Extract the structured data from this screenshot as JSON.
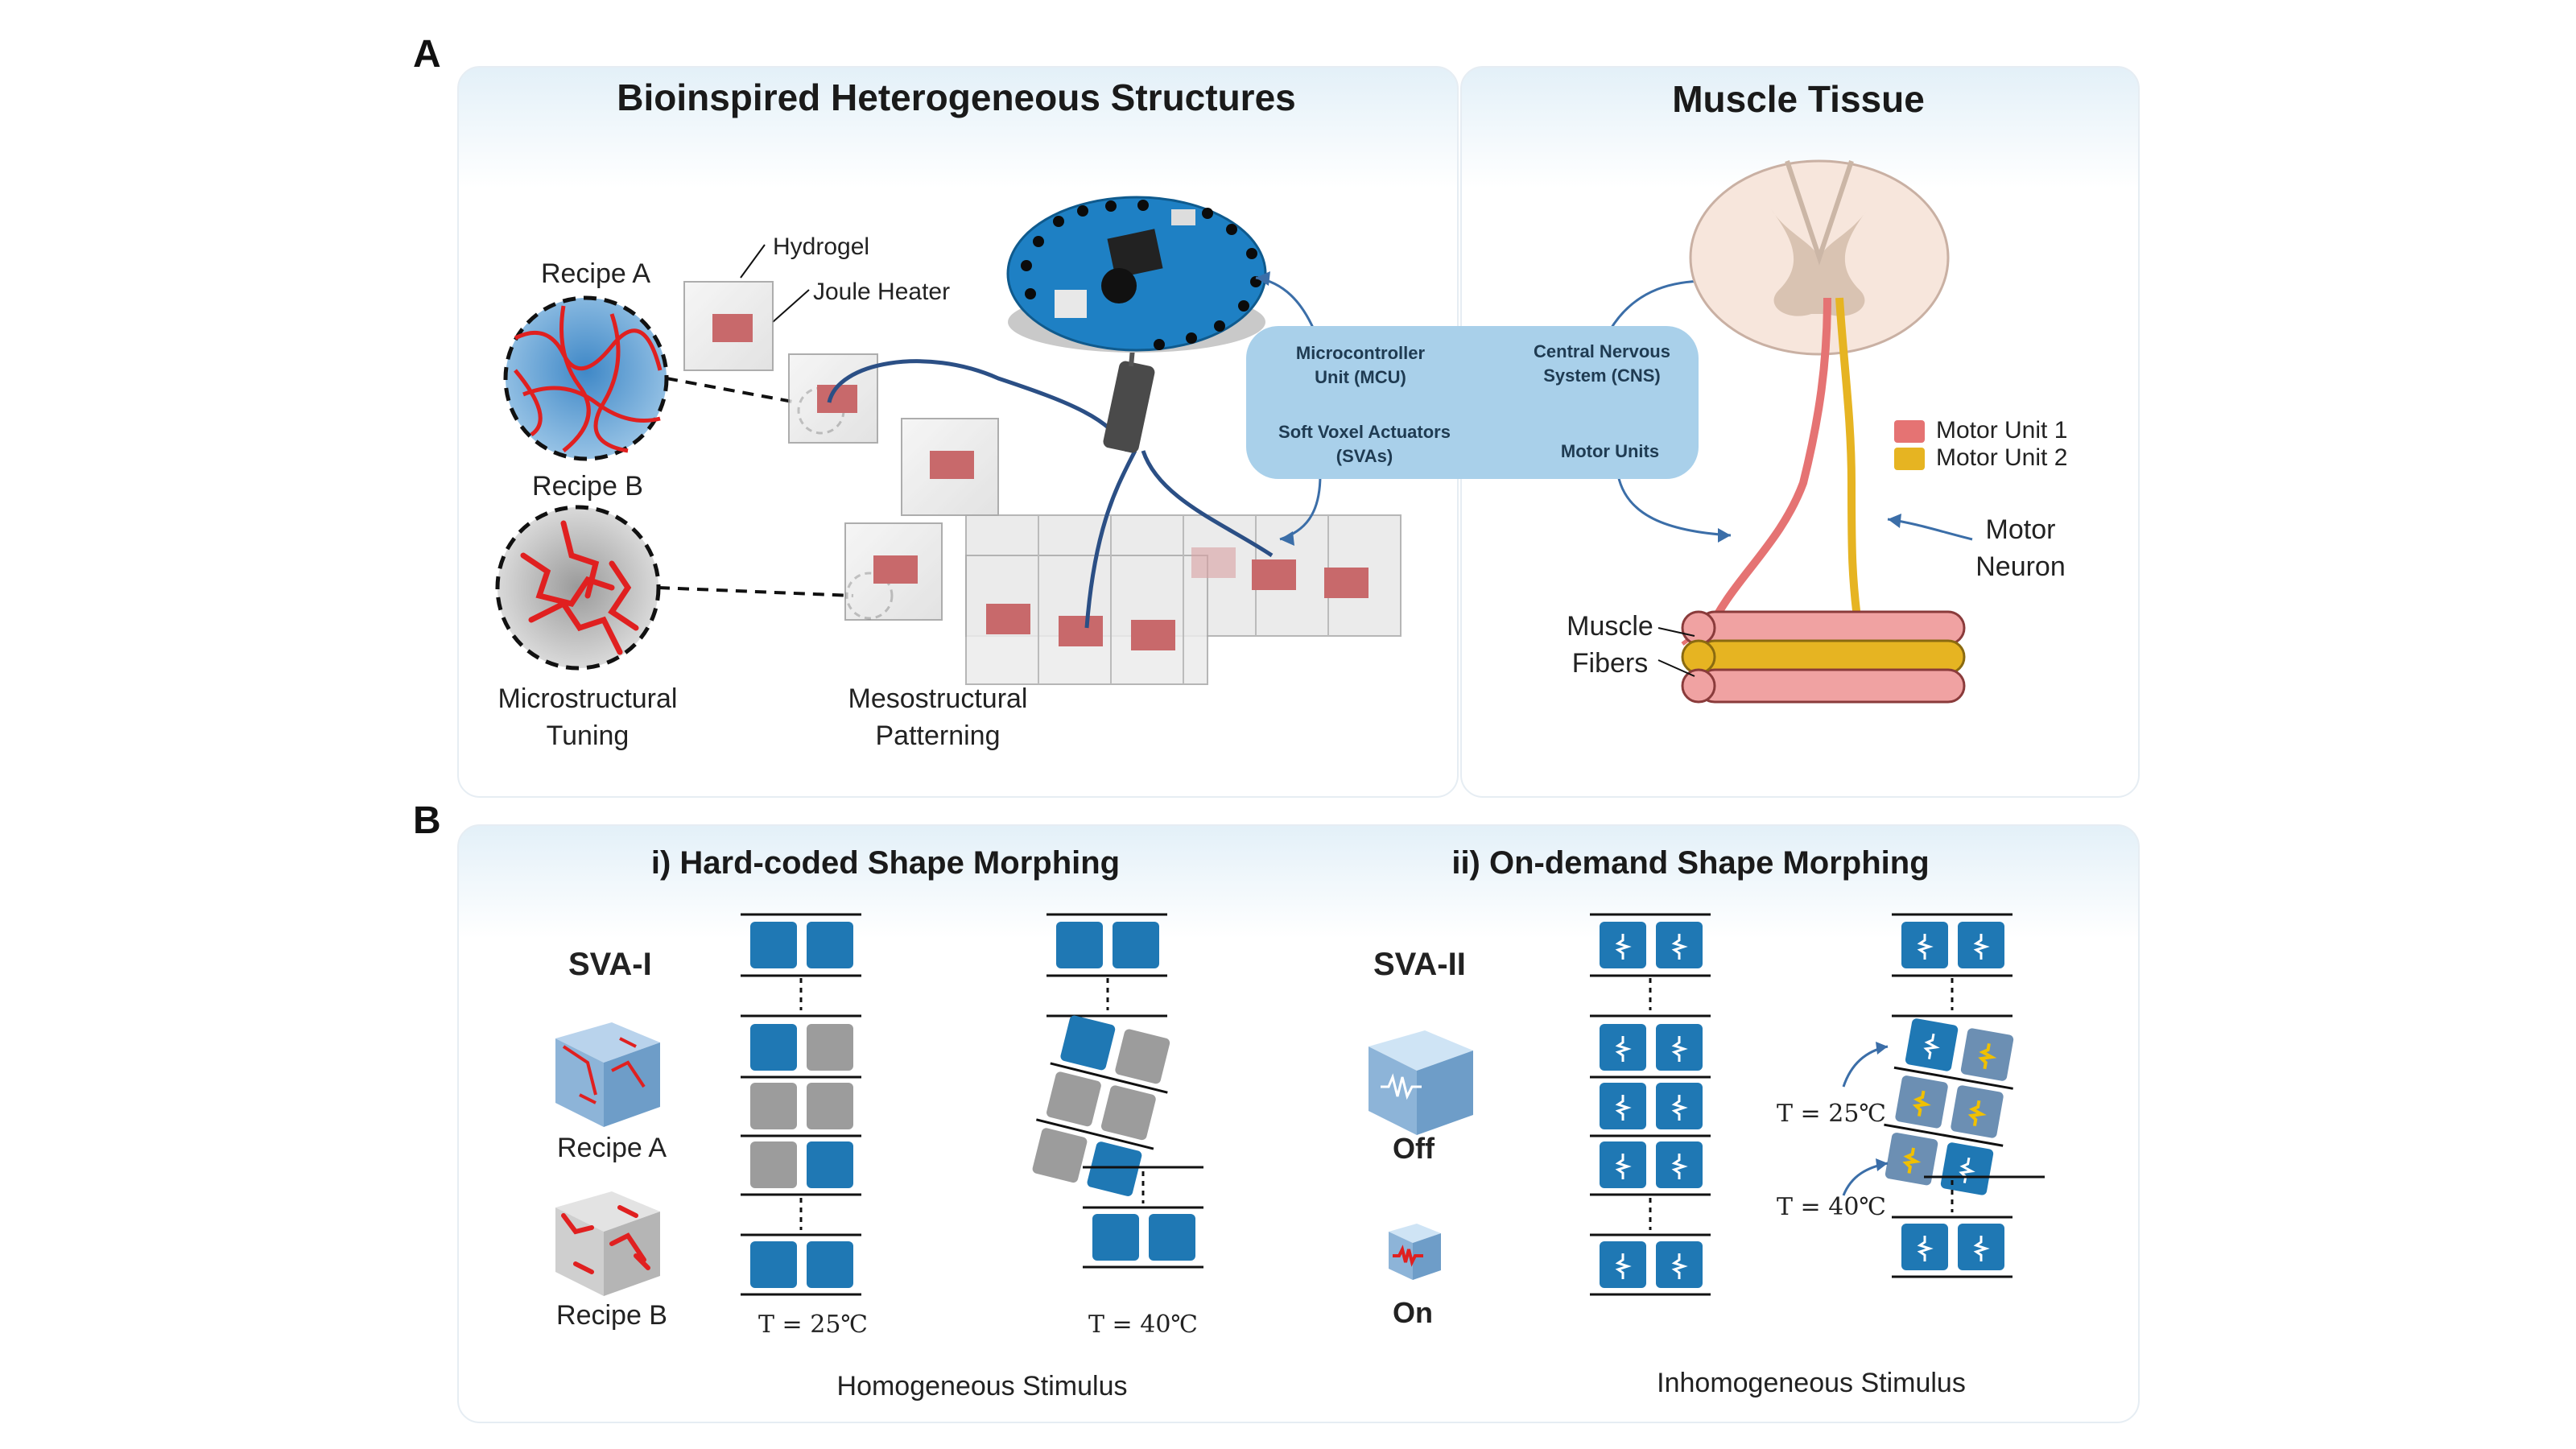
{
  "panel_a": {
    "letter": "A",
    "left_title": "Bioinspired Heterogeneous Structures",
    "right_title": "Muscle Tissue",
    "recipe_a": "Recipe A",
    "recipe_b": "Recipe B",
    "hydrogel": "Hydrogel",
    "joule_heater": "Joule Heater",
    "microstructural_tuning": "Microstructural Tuning",
    "mesostructural_patterning": "Mesostructural Patterning",
    "mcu": "Microcontroller Unit (MCU)",
    "cns": "Central Nervous System (CNS)",
    "sva": "Soft Voxel Actuators (SVAs)",
    "motor_units": "Motor Units",
    "legend_1": "Motor Unit 1",
    "legend_2": "Motor Unit 2",
    "motor_neuron": "Motor Neuron",
    "muscle_fibers": "Muscle Fibers",
    "colors": {
      "motor_unit_1": "#e57373",
      "motor_unit_2": "#e6b422",
      "actuator_blue": "#1f78b4"
    }
  },
  "panel_b": {
    "letter": "B",
    "title_i": "i) Hard-coded Shape Morphing",
    "title_ii": "ii) On-demand Shape Morphing",
    "sva1": "SVA-I",
    "sva2": "SVA-II",
    "recipe_a": "Recipe A",
    "recipe_b": "Recipe B",
    "off": "Off",
    "on": "On",
    "t25": "T = 25℃",
    "t40": "T = 40℃",
    "t25_b": "T = 25℃",
    "t40_b": "T = 40℃",
    "homogeneous": "Homogeneous Stimulus",
    "inhomogeneous": "Inhomogeneous Stimulus"
  }
}
